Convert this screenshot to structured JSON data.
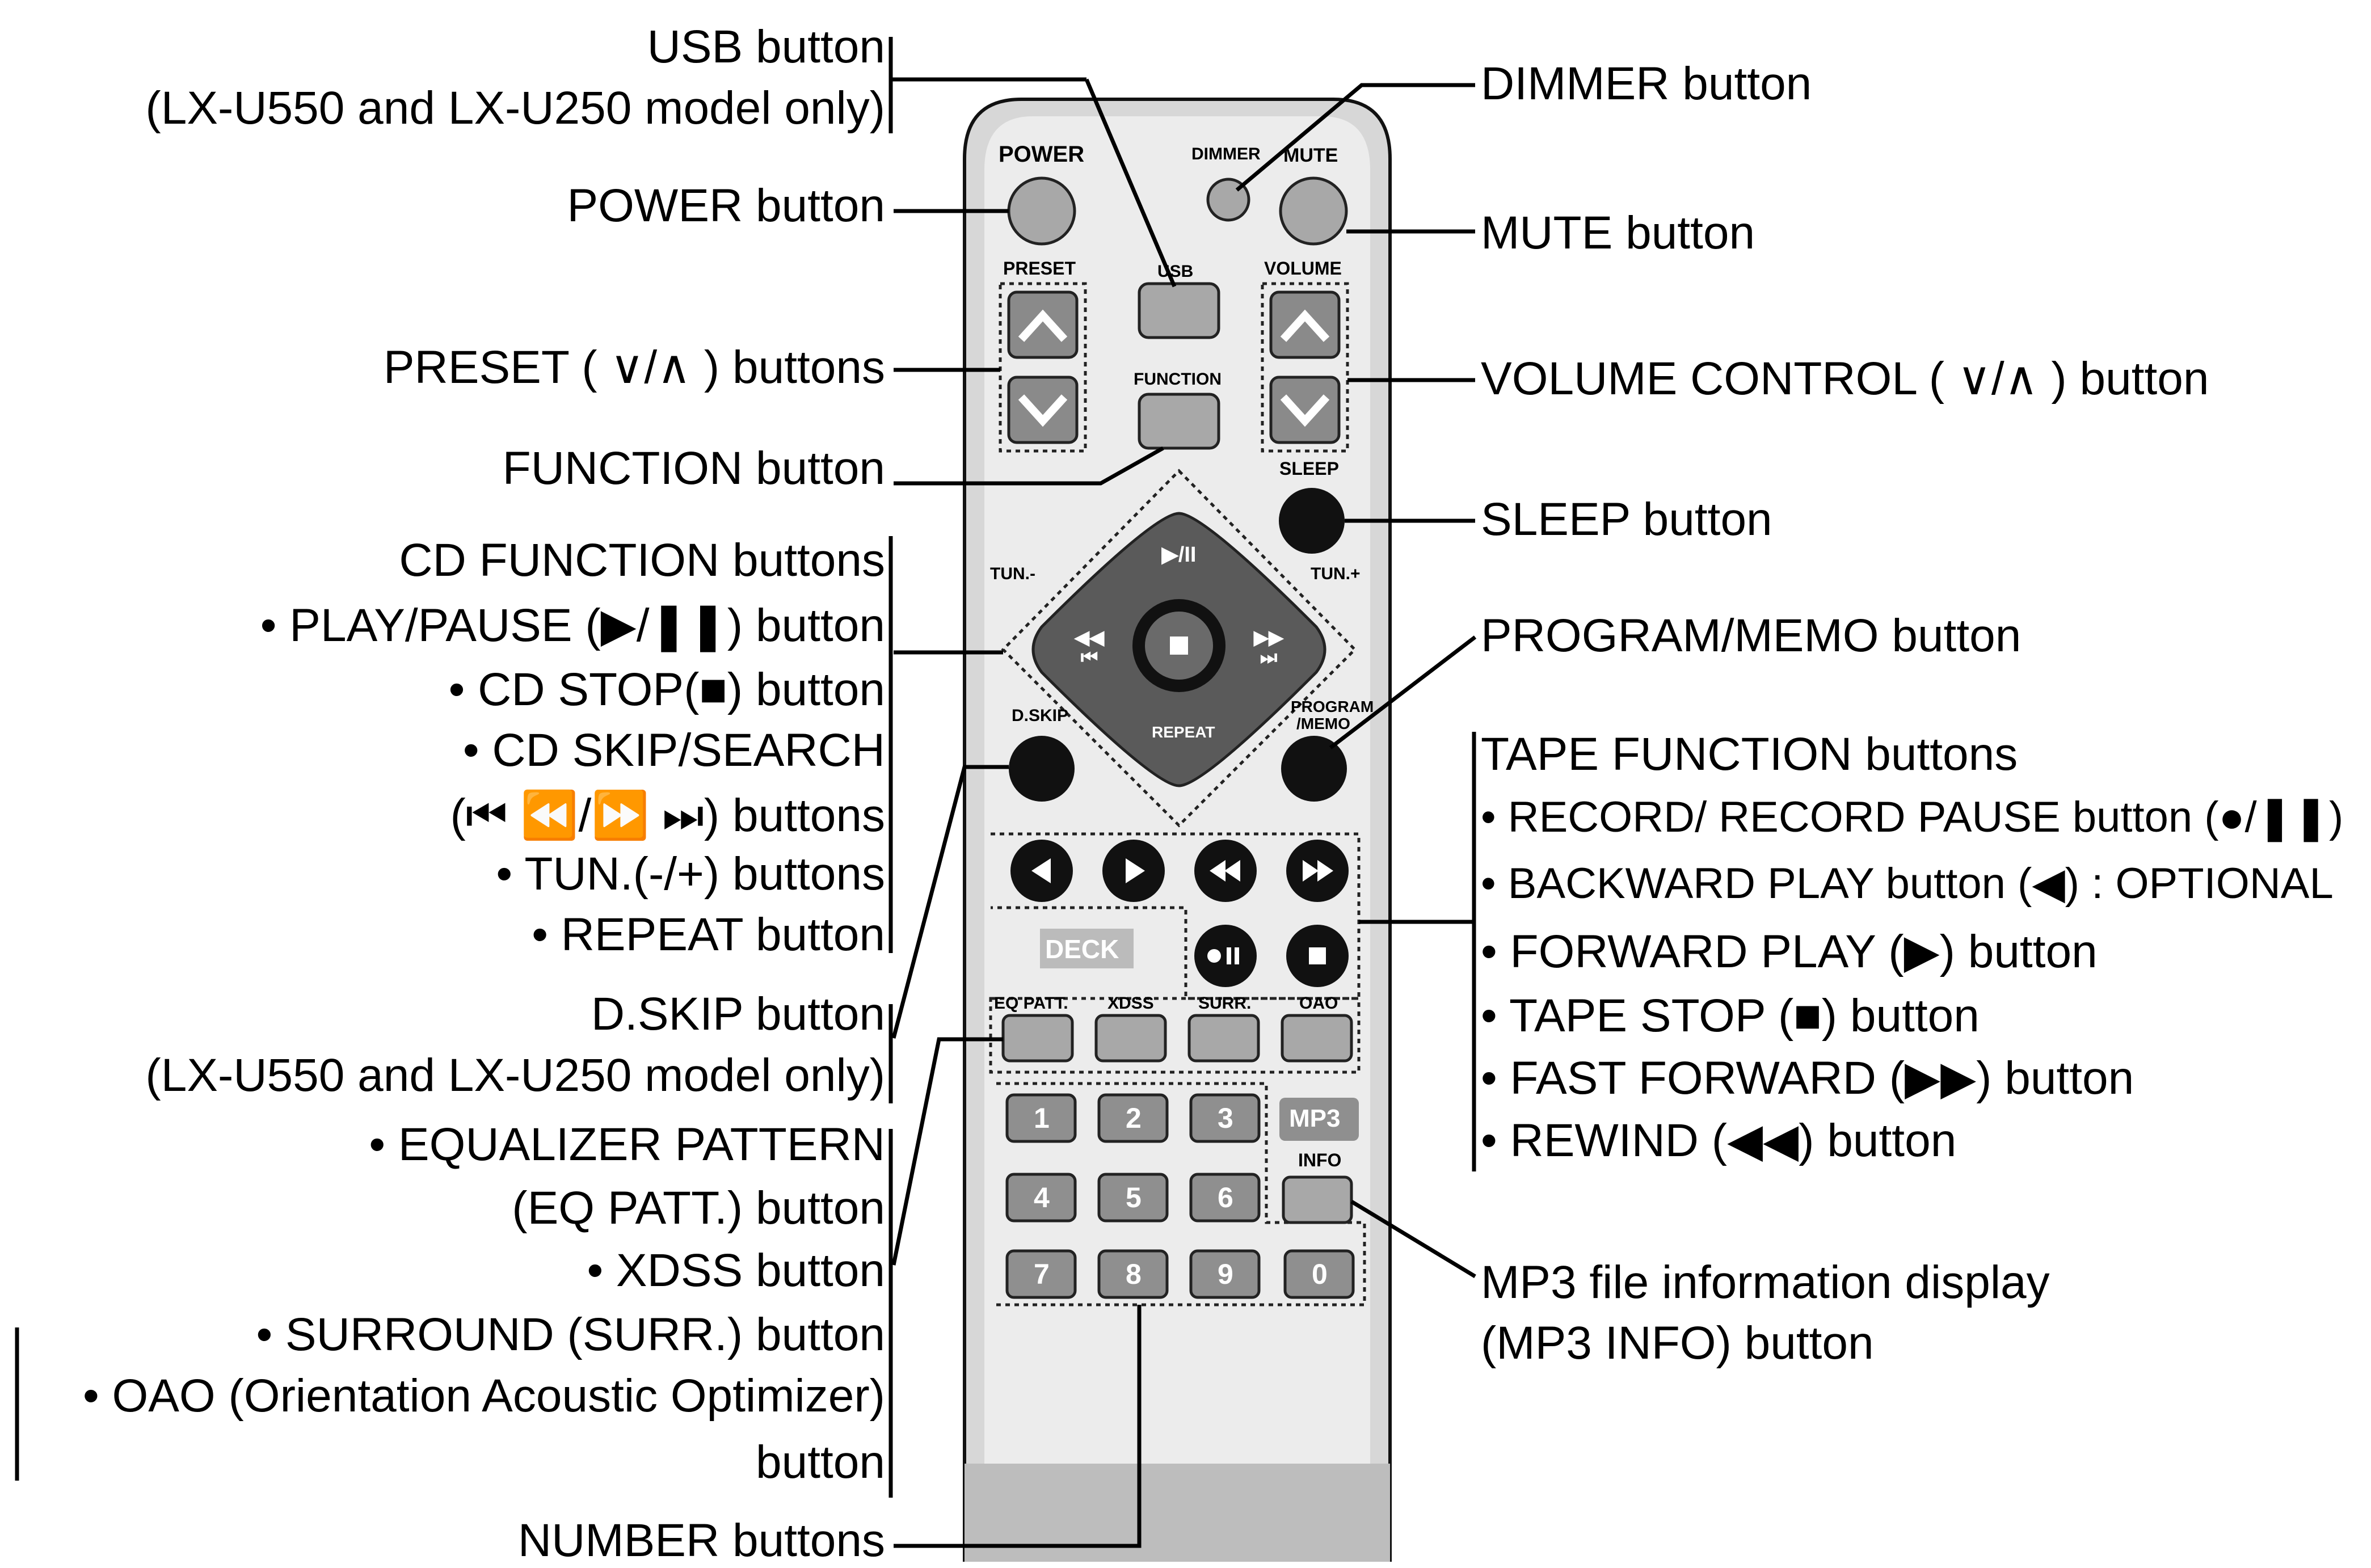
{
  "labels_left": {
    "usb": "USB button",
    "usb_note": "(LX-U550 and LX-U250 model only)",
    "power": "POWER button",
    "preset": "PRESET ( ∨/∧ ) buttons",
    "function": "FUNCTION button",
    "cd_function": "CD FUNCTION buttons",
    "cd_play_pause": "• PLAY/PAUSE (▶/❚❚) button",
    "cd_stop": "• CD STOP(■) button",
    "cd_skip": "• CD SKIP/SEARCH",
    "cd_skip_symbols": "(⏮ ⏪/⏩ ⏭) buttons",
    "tun": "• TUN.(-/+) buttons",
    "repeat": "• REPEAT button",
    "dskip": "D.SKIP button",
    "dskip_note": "(LX-U550 and LX-U250 model only)",
    "eq_patt": "• EQUALIZER PATTERN",
    "eq_patt_2": "(EQ PATT.) button",
    "xdss": "• XDSS button",
    "surr": "• SURROUND (SURR.) button",
    "oao": "• OAO (Orientation Acoustic Optimizer)",
    "oao_2": "button",
    "number": "NUMBER buttons"
  },
  "labels_right": {
    "dimmer": "DIMMER button",
    "mute": "MUTE button",
    "volume": "VOLUME CONTROL ( ∨/∧ ) button",
    "sleep": "SLEEP button",
    "program": "PROGRAM/MEMO button",
    "tape_function": "TAPE FUNCTION buttons",
    "record": "• RECORD/ RECORD PAUSE button (●/❚❚)",
    "backward": "• BACKWARD PLAY button (◀) : OPTIONAL",
    "forward": "• FORWARD PLAY (▶) button",
    "tape_stop": "• TAPE STOP (■) button",
    "ffwd": "• FAST FORWARD (▶▶) button",
    "rewind": "• REWIND (◀◀) button",
    "mp3_info": "MP3 file information display",
    "mp3_info_2": "(MP3 INFO) button"
  },
  "remote": {
    "power": "POWER",
    "dimmer": "DIMMER",
    "mute": "MUTE",
    "preset": "PRESET",
    "usb": "USB",
    "volume": "VOLUME",
    "function": "FUNCTION",
    "sleep": "SLEEP",
    "tun_minus": "TUN.-",
    "tun_plus": "TUN.+",
    "dskip": "D.SKIP",
    "program": "PROGRAM",
    "memo": "/MEMO",
    "repeat": "REPEAT",
    "deck": "DECK",
    "eq_patt": "EQ PATT.",
    "xdss": "XDSS",
    "surr": "SURR.",
    "oao": "OAO",
    "mp3": "MP3",
    "info": "INFO",
    "digits": [
      "1",
      "2",
      "3",
      "4",
      "5",
      "6",
      "7",
      "8",
      "9",
      "0"
    ]
  },
  "colors": {
    "remote_body": "#e6e6e6",
    "button_gray": "#a8a8a8",
    "button_dark": "#111111",
    "dpad": "#5a5a5a",
    "key_gray": "#8f8f8f"
  }
}
